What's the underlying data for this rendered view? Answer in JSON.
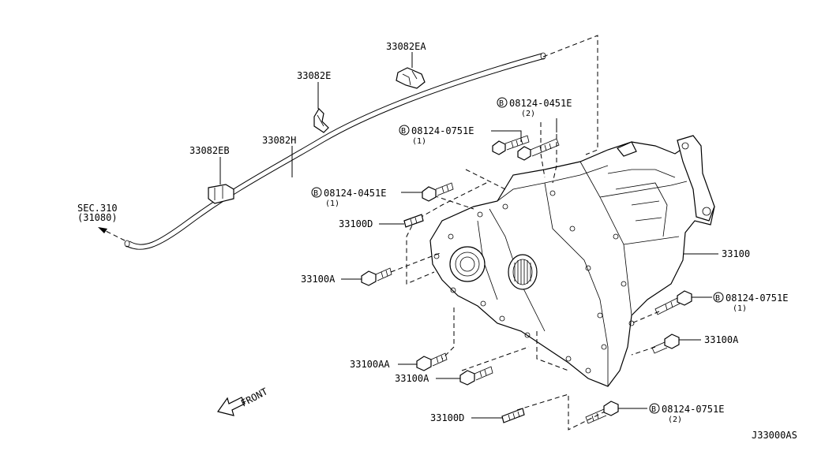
{
  "labels": {
    "p33082EA": "33082EA",
    "p33082E": "33082E",
    "p33082H": "33082H",
    "p33082EB": "33082EB",
    "sec_line1": "SEC.310",
    "sec_line2": "(31080)",
    "b1_code": "08124-0451E",
    "b1_qty": "(2)",
    "b2_code": "08124-0751E",
    "b2_qty": "(1)",
    "b3_code": "08124-0451E",
    "b3_qty": "(1)",
    "p33100D_top": "33100D",
    "p33100A_left": "33100A",
    "p33100": "33100",
    "b4_code": "08124-0751E",
    "b4_qty": "(1)",
    "p33100A_right": "33100A",
    "p33100AA": "33100AA",
    "p33100A_bottom": "33100A",
    "p33100D_bottom": "33100D",
    "b5_code": "08124-0751E",
    "b5_qty": "(2)",
    "front": "FRONT",
    "diagram_id": "J33000AS",
    "bolt_marker": "B"
  }
}
